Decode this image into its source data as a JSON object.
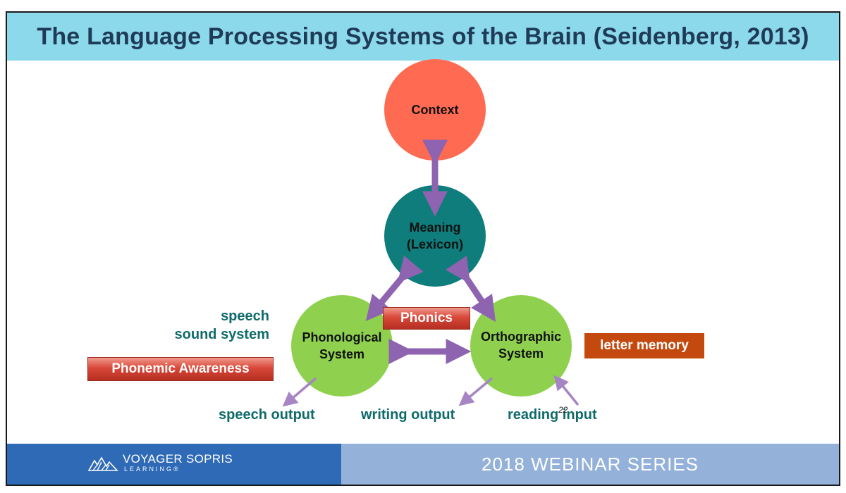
{
  "slide": {
    "title": "The Language Processing Systems of the Brain (Seidenberg, 2013)",
    "page_number": "22"
  },
  "nodes": {
    "context": {
      "label": "Context",
      "color": "#ff6b52"
    },
    "meaning": {
      "label": "Meaning\n(Lexicon)",
      "color": "#0f7d7b"
    },
    "phonological": {
      "label": "Phonological\nSystem",
      "color": "#8fd14f"
    },
    "orthographic": {
      "label": "Orthographic\nSystem",
      "color": "#8fd14f"
    }
  },
  "labels": {
    "speech_sound_system": "speech\nsound system",
    "speech_output": "speech output",
    "writing_output": "writing output",
    "reading_input": "reading input"
  },
  "banners": {
    "phonics": "Phonics",
    "phonemic_awareness": "Phonemic Awareness",
    "letter_memory": "letter memory"
  },
  "colors": {
    "arrow": "#8e63b0",
    "teal_text": "#0f6a6a",
    "title_bar": "#8dd9ec",
    "footer_left": "#2e6ab6",
    "footer_right": "#94b1d9"
  },
  "footer": {
    "logo_main": "VOYAGER SOPRIS",
    "logo_sub": "LEARNING®",
    "series": "2018 WEBINAR SERIES"
  }
}
